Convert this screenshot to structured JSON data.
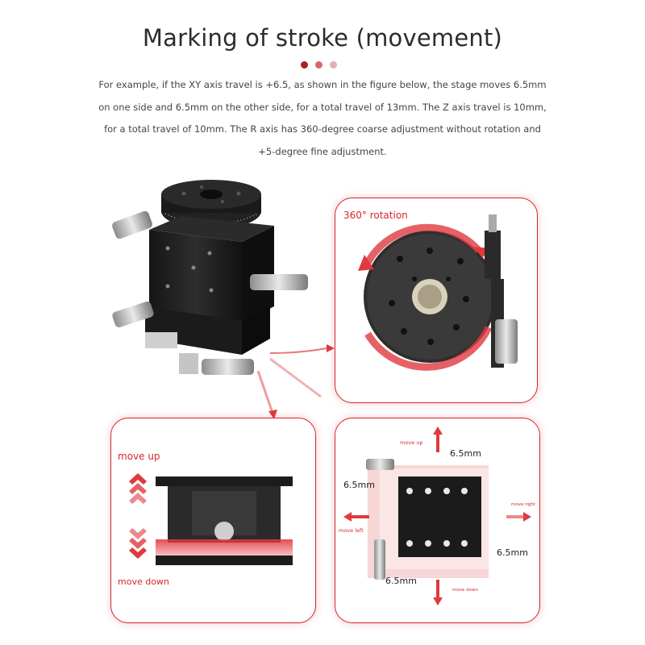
{
  "title": "Marking of stroke (movement)",
  "accent_dots": [
    "#b01e23",
    "#d2696c",
    "#e6adb0"
  ],
  "paragraph": "For example, if the XY axis travel is +6.5, as shown in the figure below, the stage moves 6.5mm on one side and 6.5mm on the other side, for a total travel of 13mm. The Z axis travel is 10mm, for a total travel of 10mm. The R axis has 360-degree coarse adjustment without rotation and +5-degree fine adjustment.",
  "rotation_panel": {
    "label": "360° rotation"
  },
  "z_panel": {
    "up_label": "move up",
    "down_label": "move down"
  },
  "xy_panel": {
    "up_label": "move up",
    "down_label": "move down",
    "left_label": "move left",
    "right_label": "move right",
    "dim_top": "6.5mm",
    "dim_left": "6.5mm",
    "dim_right": "6.5mm",
    "dim_bottom": "6.5mm"
  },
  "colors": {
    "accent": "#d7262c",
    "dark": "#1c1c1c"
  }
}
